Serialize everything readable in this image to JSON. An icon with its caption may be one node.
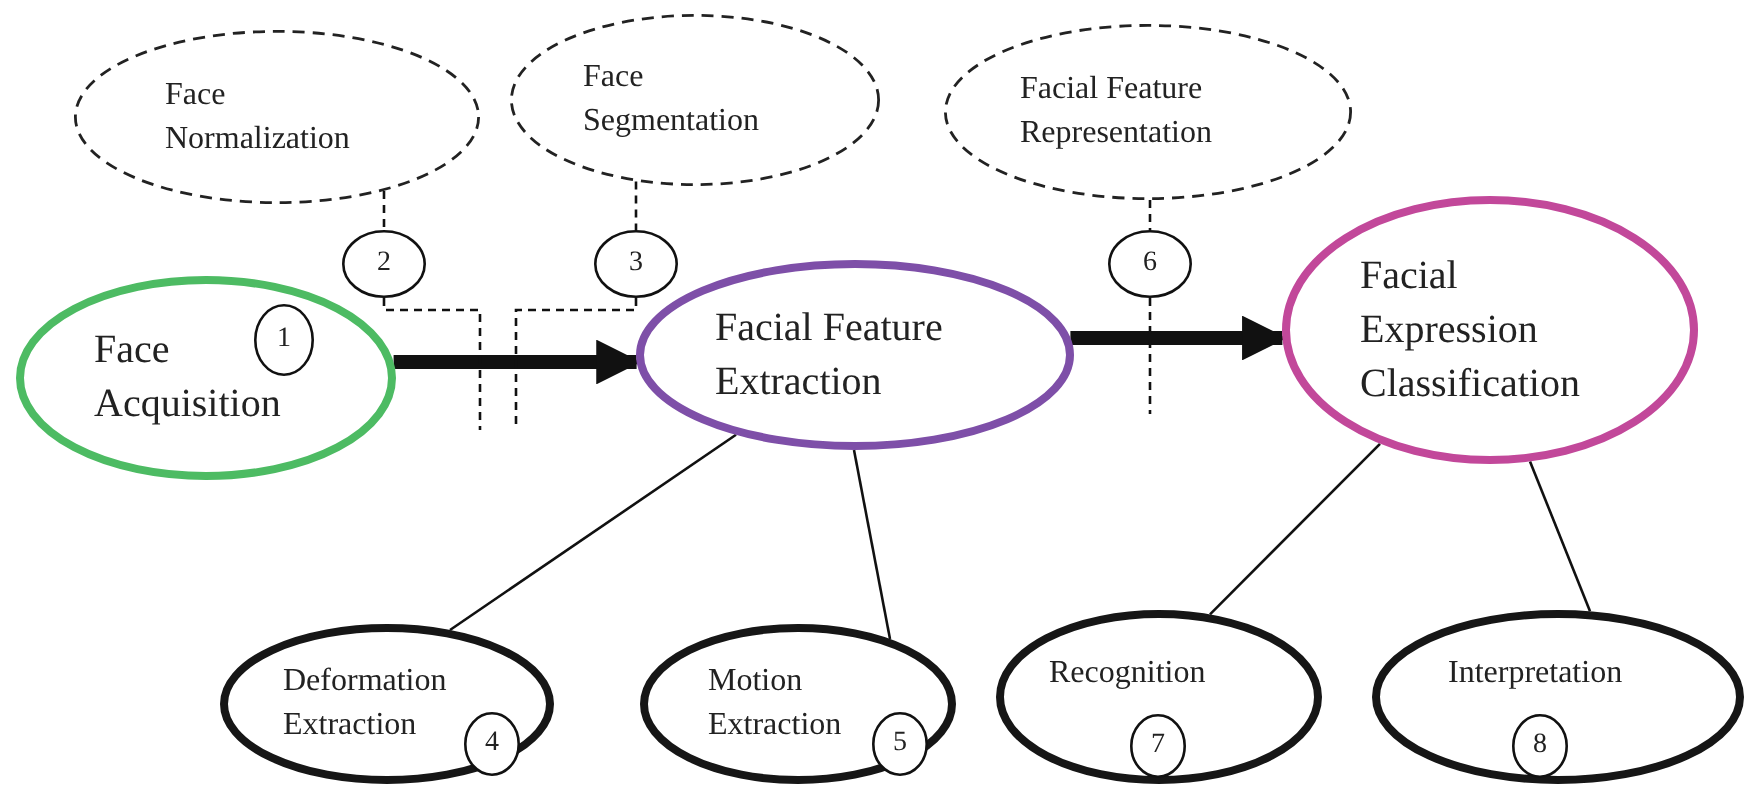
{
  "diagram": {
    "nodes": [
      {
        "text": [
          "Face Acquisition"
        ]
      },
      {
        "text": [
          "1"
        ],
        "in": 0
      },
      {
        "text": [
          "Face Normalization"
        ]
      },
      {
        "text": [
          "2"
        ]
      },
      {
        "text": [
          "Face Segmentation"
        ]
      },
      {
        "text": [
          "3"
        ]
      },
      {
        "text": [
          "Facial Feature Extraction"
        ]
      },
      {
        "text": [
          "Facial Feature Representation"
        ]
      },
      {
        "text": [
          "6"
        ]
      },
      {
        "text": [
          "Facial Expression Classification"
        ]
      },
      {
        "text": [
          "Deformation Extraction"
        ]
      },
      {
        "text": [
          "4"
        ],
        "in": 10
      },
      {
        "text": [
          "Motion Extraction"
        ]
      },
      {
        "text": [
          "5"
        ],
        "in": 12
      },
      {
        "text": [
          "Recognition"
        ]
      },
      {
        "text": [
          "7"
        ],
        "in": 14
      },
      {
        "text": [
          "Interpretation"
        ]
      },
      {
        "text": [
          "8"
        ],
        "in": 16
      }
    ],
    "edges": [
      {
        "from": 0,
        "to": 6,
        "arrow": "to",
        "style": "thick"
      },
      {
        "from": 6,
        "to": 9,
        "arrow": "to",
        "style": "thick"
      },
      {
        "from": 2,
        "to": 3,
        "arrow": "none",
        "style": "dashed"
      },
      {
        "from": 3,
        "to": null,
        "arrow": "none",
        "style": "dashed"
      },
      {
        "from": 4,
        "to": 5,
        "arrow": "none",
        "style": "dashed"
      },
      {
        "from": 5,
        "to": null,
        "arrow": "none",
        "style": "dashed"
      },
      {
        "from": 7,
        "to": 8,
        "arrow": "none",
        "style": "dashed"
      },
      {
        "from": 8,
        "to": null,
        "arrow": "none",
        "style": "dashed"
      },
      {
        "from": 6,
        "to": 10,
        "arrow": "none"
      },
      {
        "from": 6,
        "to": 12,
        "arrow": "none"
      },
      {
        "from": 9,
        "to": 14,
        "arrow": "none"
      },
      {
        "from": 9,
        "to": 16,
        "arrow": "none"
      }
    ]
  }
}
